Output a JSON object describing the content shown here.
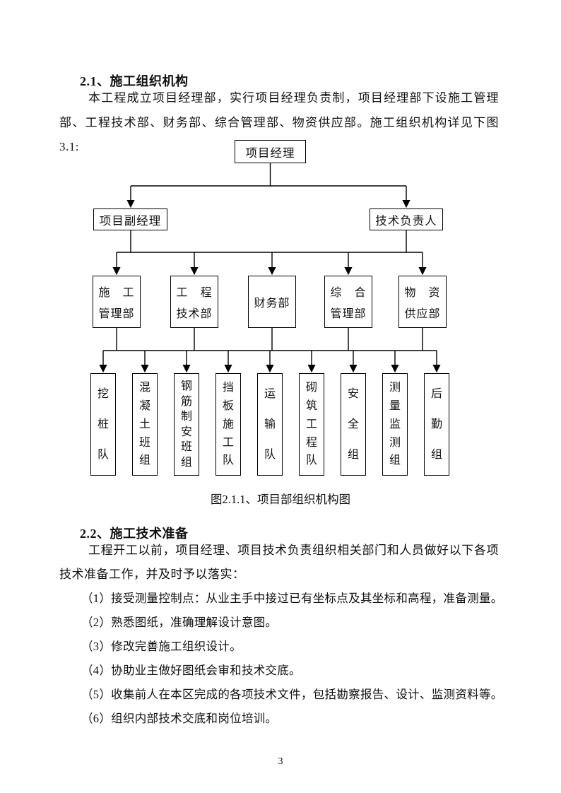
{
  "page": {
    "number": "3"
  },
  "section1": {
    "heading": "2.1、施工组织机构",
    "paragraph": "本工程成立项目经理部，实行项目经理负责制，项目经理部下设施工管理部、工程技术部、财务部、综合管理部、物资供应部。施工组织机构详见下图3.1:"
  },
  "org_chart": {
    "caption": "图2.1.1、项目部组织机构图",
    "level1": {
      "label": "项目经理"
    },
    "level2": [
      {
        "label": "项目副经理"
      },
      {
        "label": "技术负责人"
      }
    ],
    "level3": [
      {
        "lines": [
          "施　工",
          "管理部"
        ]
      },
      {
        "lines": [
          "工　程",
          "技术部"
        ]
      },
      {
        "lines": [
          "财务部"
        ]
      },
      {
        "lines": [
          "综　合",
          "管理部"
        ]
      },
      {
        "lines": [
          "物　资",
          "供应部"
        ]
      }
    ],
    "level4": [
      {
        "label": "挖桩队"
      },
      {
        "label": "混凝土班组"
      },
      {
        "label": "钢筋制安班组"
      },
      {
        "label": "挡板施工队"
      },
      {
        "label": "运输队"
      },
      {
        "label": "砌筑工程队"
      },
      {
        "label": "安全组"
      },
      {
        "label": "测量监测组"
      },
      {
        "label": "后勤组"
      }
    ]
  },
  "section2": {
    "heading": "2.2、施工技术准备",
    "paragraph": "工程开工以前，项目经理、项目技术负责组织相关部门和人员做好以下各项技术准备工作，并及时予以落实：",
    "items": [
      "（1）接受测量控制点：从业主手中接过已有坐标点及其坐标和高程，准备测量。",
      "（2）熟悉图纸，准确理解设计意图。",
      "（3）修改完善施工组织设计。",
      "（4）协助业主做好图纸会审和技术交底。",
      "（5）收集前人在本区完成的各项技术文件，包括勘察报告、设计、监测资料等。",
      "（6）组织内部技术交底和岗位培训。"
    ]
  }
}
